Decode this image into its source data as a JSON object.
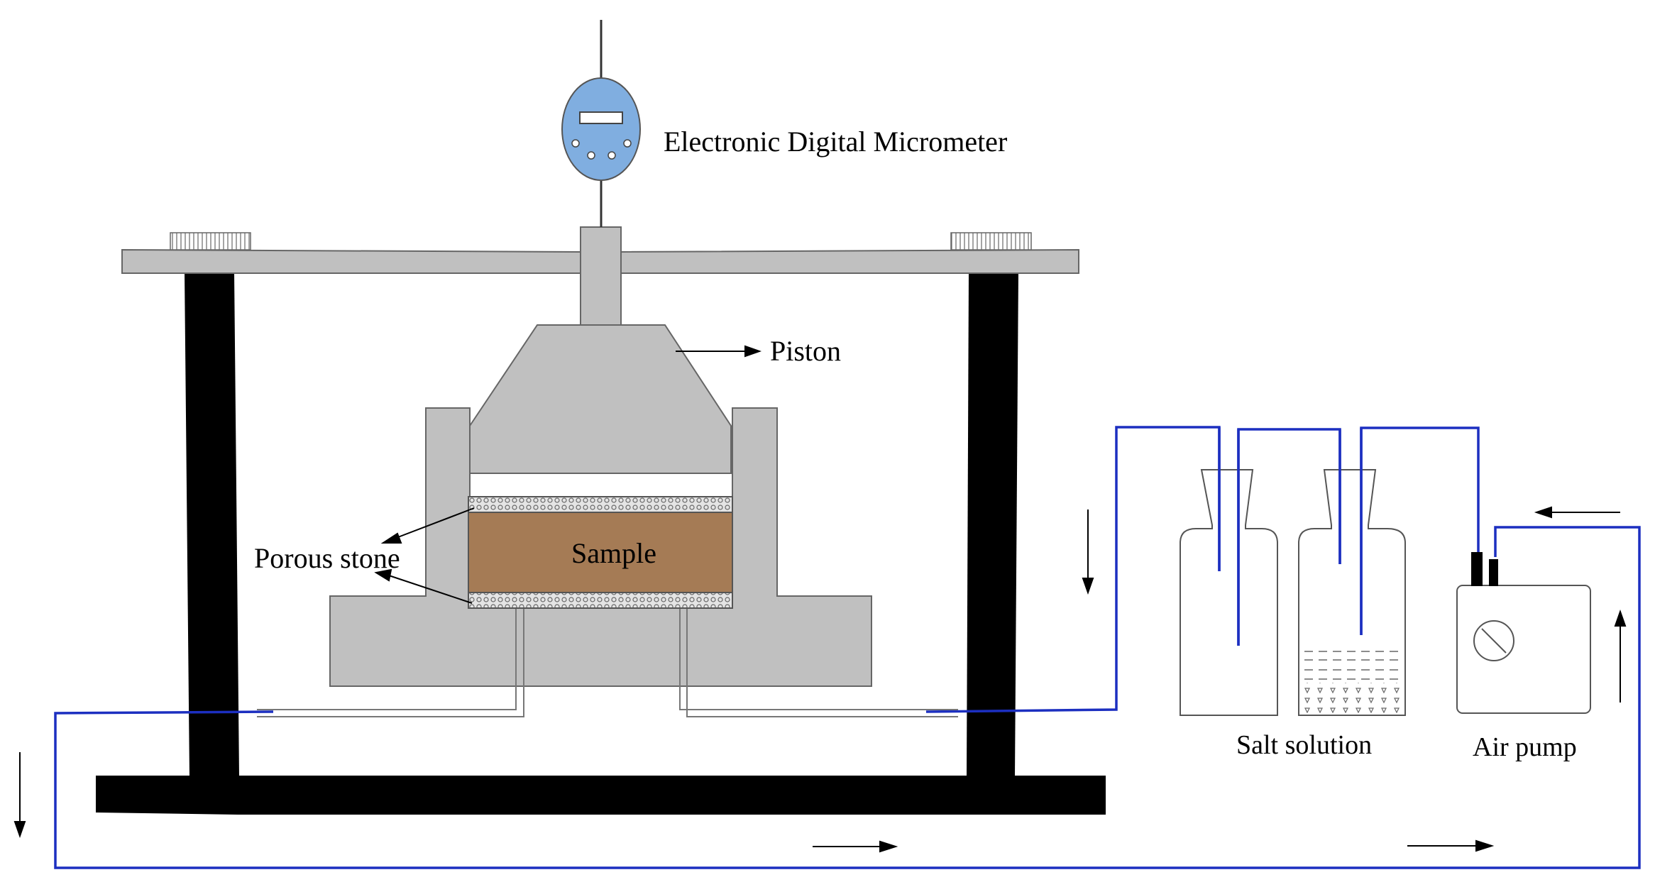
{
  "labels": {
    "micrometer": "Electronic Digital Micrometer",
    "piston": "Piston",
    "porous_stone": "Porous stone",
    "sample": "Sample",
    "salt_solution": "Salt solution",
    "air_pump": "Air pump"
  },
  "colors": {
    "frame": "#000000",
    "apparatus_gray": "#c0c0c0",
    "outline": "#555555",
    "sample_brown": "#a57b55",
    "micrometer_blue": "#80aee0",
    "air_line_blue": "#1c2fc0",
    "porous_stone_gray": "#d8d8d8"
  }
}
